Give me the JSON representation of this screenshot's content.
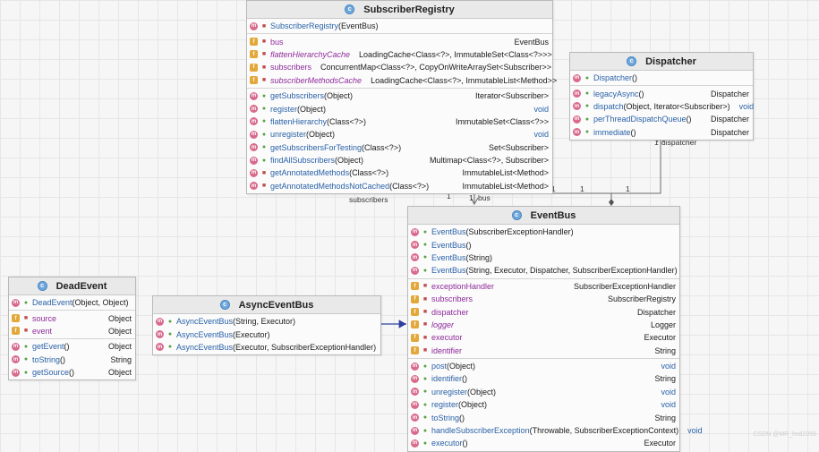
{
  "colors": {
    "method_icon": "#d96a8b",
    "field_icon": "#e3a83a",
    "class_icon": "#6fa8dc",
    "member_name": "#2a62a8",
    "field_name": "#8e2a9a",
    "edge": "#6a6a6a",
    "dependency": "#2f3f9f"
  },
  "classes": {
    "registry": {
      "title": "SubscriberRegistry",
      "sections": [
        [
          {
            "kind": "m",
            "vis": "priv",
            "name": "SubscriberRegistry",
            "args": "(EventBus)",
            "type": ""
          }
        ],
        [
          {
            "kind": "f",
            "vis": "priv",
            "name": "bus",
            "type": "EventBus"
          },
          {
            "kind": "f",
            "vis": "priv",
            "name": "flattenHierarchyCache",
            "italic": true,
            "type": "LoadingCache<Class<?>, ImmutableSet<Class<?>>>"
          },
          {
            "kind": "f",
            "vis": "priv",
            "name": "subscribers",
            "type": "ConcurrentMap<Class<?>, CopyOnWriteArraySet<Subscriber>>"
          },
          {
            "kind": "f",
            "vis": "priv",
            "name": "subscriberMethodsCache",
            "italic": true,
            "type": "LoadingCache<Class<?>, ImmutableList<Method>>"
          }
        ],
        [
          {
            "kind": "m",
            "vis": "pub",
            "name": "getSubscribers",
            "args": "(Object)",
            "type": "Iterator<Subscriber>"
          },
          {
            "kind": "m",
            "vis": "pub",
            "name": "register",
            "args": "(Object)",
            "type": "void"
          },
          {
            "kind": "m",
            "vis": "pub",
            "name": "flattenHierarchy",
            "args": "(Class<?>)",
            "type": "ImmutableSet<Class<?>>"
          },
          {
            "kind": "m",
            "vis": "pub",
            "name": "unregister",
            "args": "(Object)",
            "type": "void"
          },
          {
            "kind": "m",
            "vis": "pub",
            "name": "getSubscribersForTesting",
            "args": "(Class<?>)",
            "type": "Set<Subscriber>"
          },
          {
            "kind": "m",
            "vis": "pub",
            "name": "findAllSubscribers",
            "args": "(Object)",
            "type": "Multimap<Class<?>, Subscriber>"
          },
          {
            "kind": "m",
            "vis": "priv",
            "name": "getAnnotatedMethods",
            "args": "(Class<?>)",
            "type": "ImmutableList<Method>"
          },
          {
            "kind": "m",
            "vis": "priv",
            "name": "getAnnotatedMethodsNotCached",
            "args": "(Class<?>)",
            "type": "ImmutableList<Method>"
          }
        ]
      ]
    },
    "dispatcher": {
      "title": "Dispatcher",
      "sections": [
        [
          {
            "kind": "m",
            "vis": "pub",
            "name": "Dispatcher",
            "args": "()",
            "type": ""
          }
        ],
        [
          {
            "kind": "m",
            "vis": "pub",
            "name": "legacyAsync",
            "args": "()",
            "type": "Dispatcher"
          },
          {
            "kind": "m",
            "vis": "pub",
            "name": "dispatch",
            "args": "(Object, Iterator<Subscriber>)",
            "type": "void"
          },
          {
            "kind": "m",
            "vis": "pub",
            "name": "perThreadDispatchQueue",
            "args": "()",
            "type": "Dispatcher"
          },
          {
            "kind": "m",
            "vis": "pub",
            "name": "immediate",
            "args": "()",
            "type": "Dispatcher"
          }
        ]
      ]
    },
    "eventbus": {
      "title": "EventBus",
      "sections": [
        [
          {
            "kind": "m",
            "vis": "pub",
            "name": "EventBus",
            "args": "(SubscriberExceptionHandler)",
            "type": ""
          },
          {
            "kind": "m",
            "vis": "pub",
            "name": "EventBus",
            "args": "()",
            "type": ""
          },
          {
            "kind": "m",
            "vis": "pub",
            "name": "EventBus",
            "args": "(String)",
            "type": ""
          },
          {
            "kind": "m",
            "vis": "pub",
            "name": "EventBus",
            "args": "(String, Executor, Dispatcher, SubscriberExceptionHandler)",
            "type": ""
          }
        ],
        [
          {
            "kind": "f",
            "vis": "priv",
            "name": "exceptionHandler",
            "type": "SubscriberExceptionHandler"
          },
          {
            "kind": "f",
            "vis": "priv",
            "name": "subscribers",
            "type": "SubscriberRegistry"
          },
          {
            "kind": "f",
            "vis": "priv",
            "name": "dispatcher",
            "type": "Dispatcher"
          },
          {
            "kind": "f",
            "vis": "priv",
            "name": "logger",
            "italic": true,
            "type": "Logger"
          },
          {
            "kind": "f",
            "vis": "priv",
            "name": "executor",
            "type": "Executor"
          },
          {
            "kind": "f",
            "vis": "priv",
            "name": "identifier",
            "type": "String"
          }
        ],
        [
          {
            "kind": "m",
            "vis": "pub",
            "name": "post",
            "args": "(Object)",
            "type": "void"
          },
          {
            "kind": "m",
            "vis": "pub",
            "name": "identifier",
            "args": "()",
            "type": "String"
          },
          {
            "kind": "m",
            "vis": "pub",
            "name": "unregister",
            "args": "(Object)",
            "type": "void"
          },
          {
            "kind": "m",
            "vis": "pub",
            "name": "register",
            "args": "(Object)",
            "type": "void"
          },
          {
            "kind": "m",
            "vis": "pub",
            "name": "toString",
            "args": "()",
            "type": "String"
          },
          {
            "kind": "m",
            "vis": "pub",
            "name": "handleSubscriberException",
            "args": "(Throwable, SubscriberExceptionContext)",
            "type": "void"
          },
          {
            "kind": "m",
            "vis": "pub",
            "name": "executor",
            "args": "()",
            "type": "Executor"
          }
        ]
      ]
    },
    "async": {
      "title": "AsyncEventBus",
      "sections": [
        [
          {
            "kind": "m",
            "vis": "pub",
            "name": "AsyncEventBus",
            "args": "(String, Executor)",
            "type": ""
          },
          {
            "kind": "m",
            "vis": "pub",
            "name": "AsyncEventBus",
            "args": "(Executor)",
            "type": ""
          },
          {
            "kind": "m",
            "vis": "pub",
            "name": "AsyncEventBus",
            "args": "(Executor, SubscriberExceptionHandler)",
            "type": ""
          }
        ]
      ]
    },
    "deadevent": {
      "title": "DeadEvent",
      "sections": [
        [
          {
            "kind": "m",
            "vis": "pub",
            "name": "DeadEvent",
            "args": "(Object, Object)",
            "type": ""
          }
        ],
        [
          {
            "kind": "f",
            "vis": "priv",
            "name": "source",
            "type": "Object"
          },
          {
            "kind": "f",
            "vis": "priv",
            "name": "event",
            "type": "Object"
          }
        ],
        [
          {
            "kind": "m",
            "vis": "pub",
            "name": "getEvent",
            "args": "()",
            "type": "Object"
          },
          {
            "kind": "m",
            "vis": "pub",
            "name": "toString",
            "args": "()",
            "type": "String"
          },
          {
            "kind": "m",
            "vis": "pub",
            "name": "getSource",
            "args": "()",
            "type": "Object"
          }
        ]
      ]
    }
  },
  "edge_labels": {
    "subscribers": "subscribers",
    "bus": "bus",
    "dispatcher": "dispatcher",
    "one": "1"
  },
  "watermark": "CSDN @MR_hxd2356"
}
